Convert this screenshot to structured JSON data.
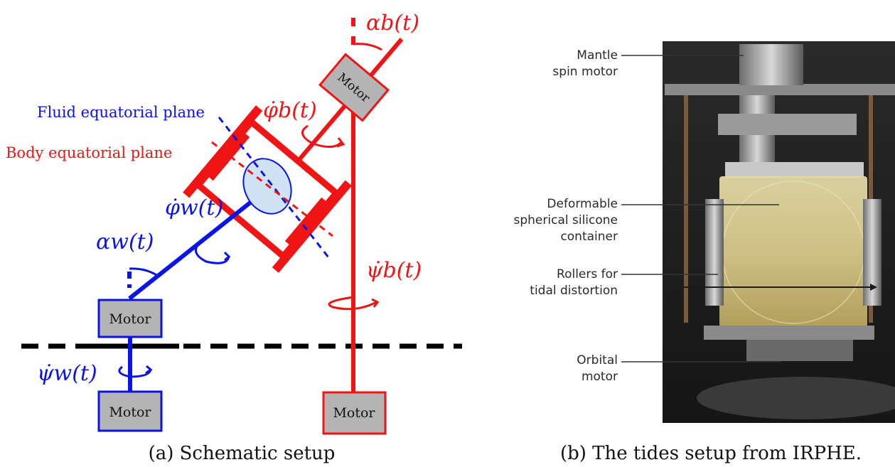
{
  "schematic": {
    "motor_label": "Motor",
    "fluid_plane_label": "Fluid equatorial plane",
    "body_plane_label": "Body equatorial plane",
    "alpha_b": "αb(t)",
    "phi_b_dot": "φ̇b(t)",
    "psi_b_dot": "ψ̇b(t)",
    "alpha_w": "αw(t)",
    "phi_w_dot": "φ̇w(t)",
    "psi_w_dot": "ψ̇w(t)",
    "colors": {
      "fluid": "#0a14e6",
      "body": "#f01414",
      "motor_fill": "#b4b4b4"
    }
  },
  "photo": {
    "labels": [
      {
        "id": "mantle",
        "lines": [
          "Mantle",
          "spin motor"
        ]
      },
      {
        "id": "container",
        "lines": [
          "Deformable",
          "spherical silicone",
          "container"
        ]
      },
      {
        "id": "rollers",
        "lines": [
          "Rollers for",
          "tidal distortion"
        ]
      },
      {
        "id": "orbital",
        "lines": [
          "Orbital",
          "motor"
        ]
      }
    ]
  },
  "captions": {
    "a": "(a) Schematic setup",
    "b": "(b) The tides setup from IRPHE."
  }
}
